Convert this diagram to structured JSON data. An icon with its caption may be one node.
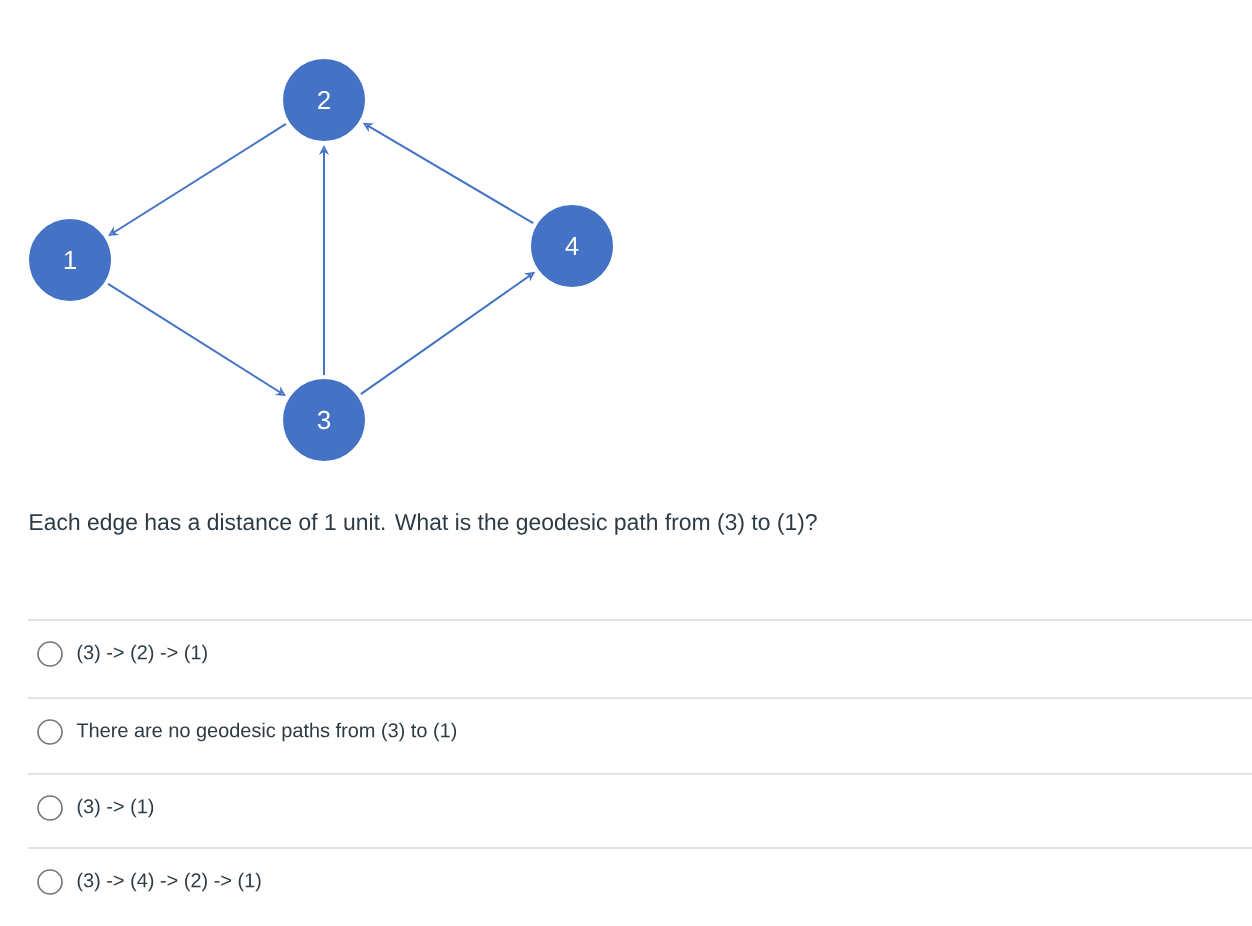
{
  "diagram": {
    "nodes": [
      {
        "text": [
          "1"
        ]
      },
      {
        "text": [
          "2"
        ]
      },
      {
        "text": [
          "3"
        ]
      },
      {
        "text": [
          "4"
        ]
      }
    ],
    "edges": [
      {
        "from": 1,
        "to": 0,
        "arrow": "to"
      },
      {
        "from": 0,
        "to": 2,
        "arrow": "to"
      },
      {
        "from": 2,
        "to": 1,
        "arrow": "to"
      },
      {
        "from": 3,
        "to": 1,
        "arrow": "to"
      },
      {
        "from": 2,
        "to": 3,
        "arrow": "to"
      }
    ],
    "labels": [
      "Each edge has a distance of 1 unit. What is the geodesic path from (3) to (1)?",
      "(3) -> (2) -> (1)",
      "There are no geodesic paths from (3) to (1)",
      "(3) -> (1)",
      "(3) -> (4) -> (2) -> (1)"
    ]
  }
}
